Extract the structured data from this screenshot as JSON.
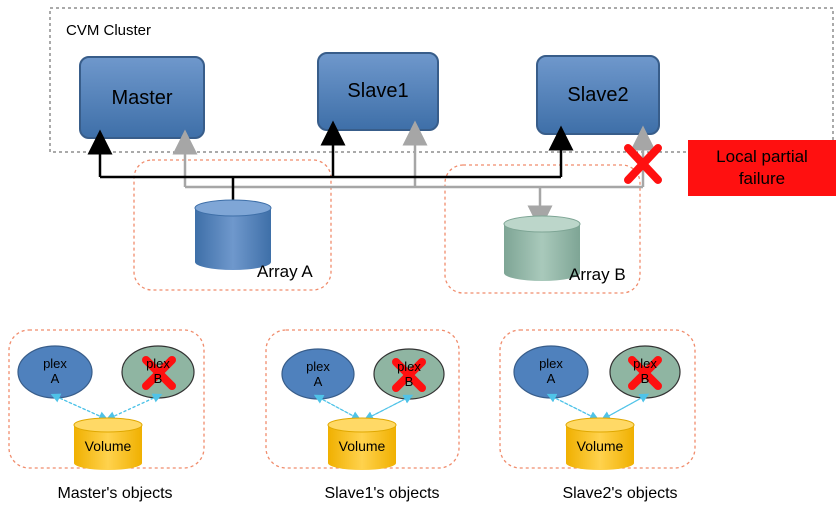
{
  "cluster": {
    "label": "CVM Cluster"
  },
  "nodes": [
    {
      "label": "Master"
    },
    {
      "label": "Slave1"
    },
    {
      "label": "Slave2"
    }
  ],
  "arrays": [
    {
      "label": "Array A"
    },
    {
      "label": "Array B"
    }
  ],
  "failure": {
    "label_line1": "Local partial",
    "label_line2": "failure"
  },
  "object_groups": [
    {
      "plex_a_line1": "plex",
      "plex_a_line2": "A",
      "plex_b_line1": "plex",
      "plex_b_line2": "B",
      "volume": "Volume",
      "caption": "Master's objects"
    },
    {
      "plex_a_line1": "plex",
      "plex_a_line2": "A",
      "plex_b_line1": "plex",
      "plex_b_line2": "B",
      "volume": "Volume",
      "caption": "Slave1's objects"
    },
    {
      "plex_a_line1": "plex",
      "plex_a_line2": "A",
      "plex_b_line1": "plex",
      "plex_b_line2": "B",
      "volume": "Volume",
      "caption": "Slave2's objects"
    }
  ],
  "colors": {
    "node_fill": "#4f81bd",
    "node_stroke": "#385d8a",
    "array_a_fill": "#4f81bd",
    "array_b_fill": "#93b8a8",
    "plex_a_fill": "#4f81bd",
    "plex_b_fill": "#8fb5a2",
    "volume_fill": "#ffc000",
    "failure_fill": "#ff1010",
    "dashed_group": "#f08c6c",
    "link_black": "#000000",
    "link_gray": "#a6a6a6",
    "link_cyan": "#4fc3e8"
  }
}
